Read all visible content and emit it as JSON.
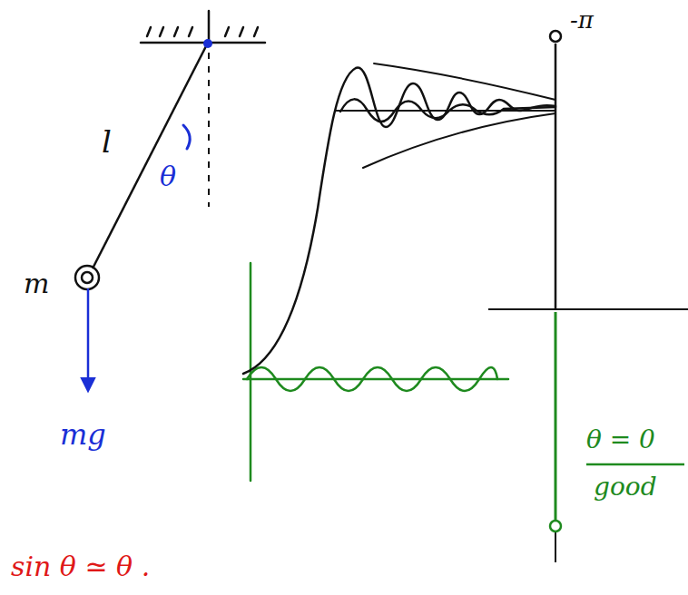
{
  "diagram": {
    "labels": [
      "l",
      "θ",
      "m",
      "mg",
      "-π",
      "θ = 0",
      "good",
      "sin θ ≃ θ ."
    ]
  }
}
